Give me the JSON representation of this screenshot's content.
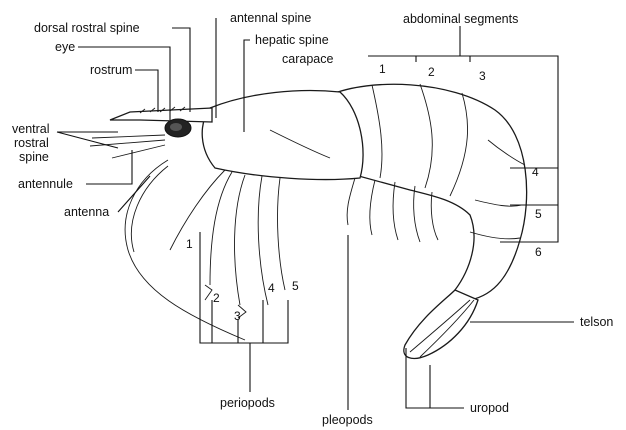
{
  "labels": {
    "dorsal_rostral_spine": "dorsal rostral spine",
    "antennal_spine": "antennal spine",
    "hepatic_spine": "hepatic spine",
    "abdominal_segments": "abdominal segments",
    "eye": "eye",
    "rostrum": "rostrum",
    "carapace": "carapace",
    "ventral_rostral_spine": [
      "ventral",
      "rostral",
      "spine"
    ],
    "antennule": "antennule",
    "antenna": "antenna",
    "telson": "telson",
    "uropod": "uropod",
    "periopods": "periopods",
    "pleopods": "pleopods"
  },
  "segment_numbers": [
    "1",
    "2",
    "3",
    "4",
    "5",
    "6"
  ],
  "periopod_numbers": [
    "1",
    "2",
    "3",
    "4",
    "5"
  ]
}
